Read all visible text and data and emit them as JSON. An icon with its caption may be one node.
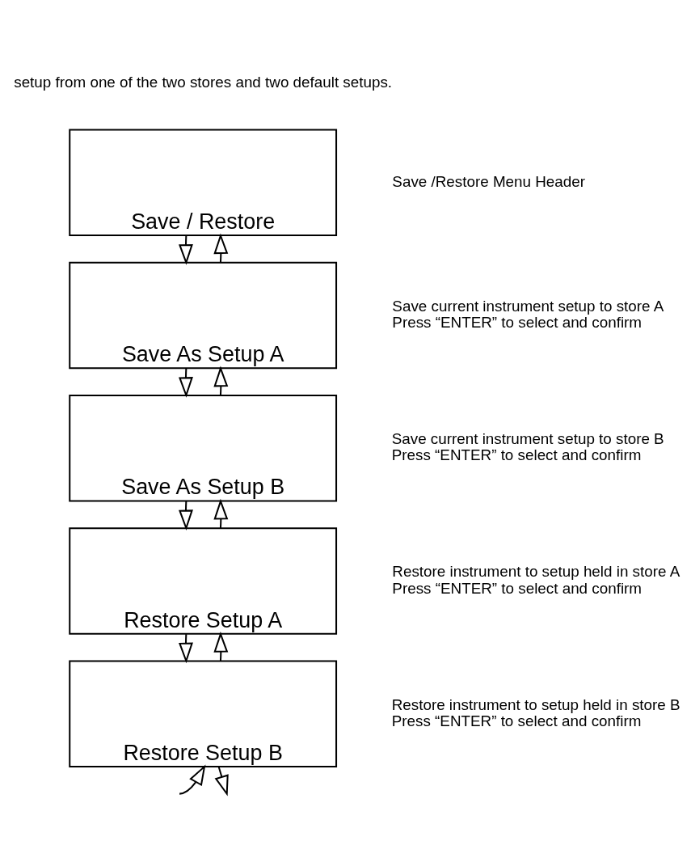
{
  "diagram": {
    "nodes": [
      {
        "text": [
          "Save / Restore"
        ],
        "beside": [
          "Save /Restore Menu Header"
        ]
      },
      {
        "text": [
          "Save As Setup A"
        ],
        "beside": [
          "Save current instrument setup to store A",
          "Press “ENTER” to select and confirm"
        ]
      },
      {
        "text": [
          "Save As Setup B"
        ],
        "beside": [
          "Save current instrument setup to store B",
          "Press “ENTER” to select and confirm"
        ]
      },
      {
        "text": [
          "Restore Setup A"
        ],
        "beside": [
          "Restore instrument to setup held in store A",
          "Press “ENTER” to select and confirm"
        ]
      },
      {
        "text": [
          "Restore Setup B"
        ],
        "beside": [
          "Restore instrument to setup held in store B",
          "Press “ENTER” to select and confirm"
        ]
      }
    ],
    "edges": [
      {
        "from": 0,
        "to": 1,
        "arrow": "to"
      },
      {
        "from": 1,
        "to": 0,
        "arrow": "to"
      },
      {
        "from": 1,
        "to": 2,
        "arrow": "to"
      },
      {
        "from": 2,
        "to": 1,
        "arrow": "to"
      },
      {
        "from": 2,
        "to": 3,
        "arrow": "to"
      },
      {
        "from": 3,
        "to": 2,
        "arrow": "to"
      },
      {
        "from": 3,
        "to": 4,
        "arrow": "to"
      },
      {
        "from": 4,
        "to": 3,
        "arrow": "to"
      },
      {
        "from": null,
        "to": 4,
        "arrow": "to"
      },
      {
        "from": 4,
        "to": null,
        "arrow": "to"
      }
    ],
    "labels": [
      "setup from one of the two stores and two default setups."
    ]
  }
}
